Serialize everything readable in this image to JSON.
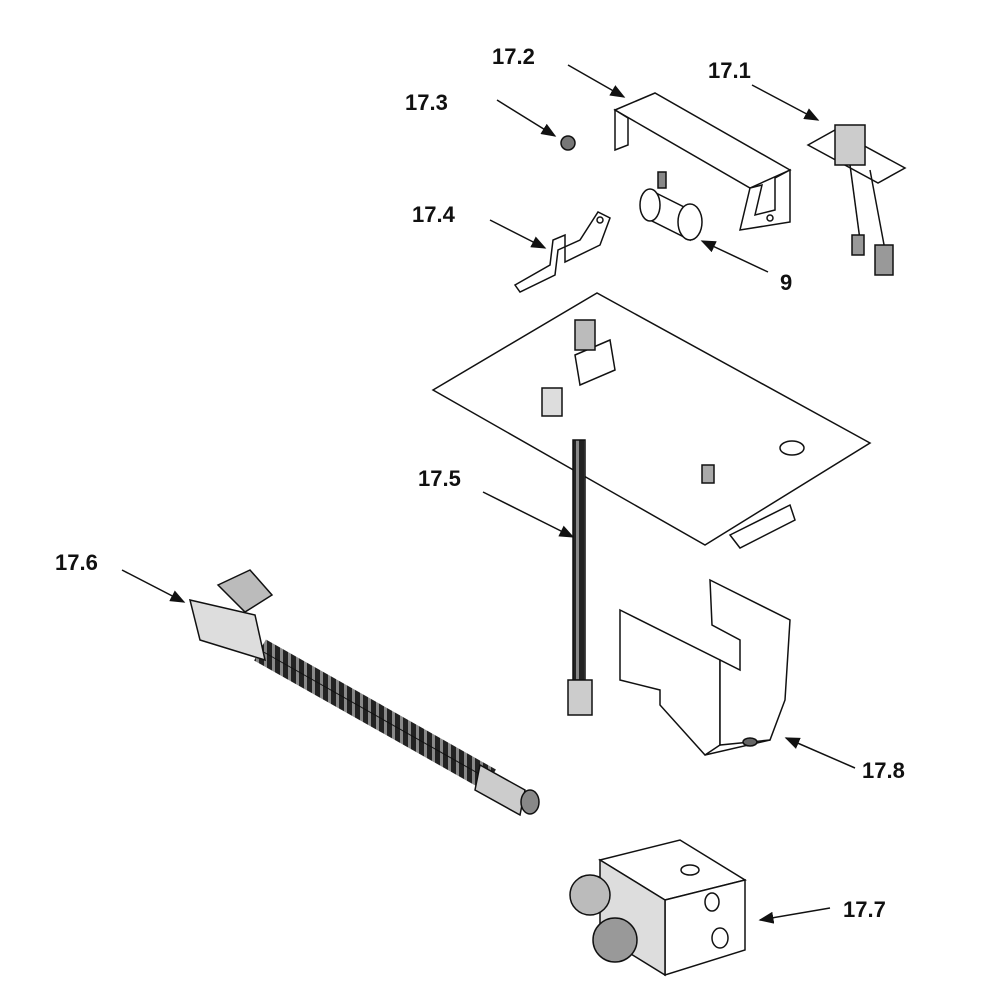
{
  "labels": {
    "p17_1": "17.1",
    "p17_2": "17.2",
    "p17_3": "17.3",
    "p17_4": "17.4",
    "p17_5": "17.5",
    "p17_6": "17.6",
    "p17_7": "17.7",
    "p17_8": "17.8",
    "p9": "9"
  },
  "colors": {
    "line": "#111111",
    "fill": "#ffffff",
    "shade": "#cfcfcf"
  }
}
